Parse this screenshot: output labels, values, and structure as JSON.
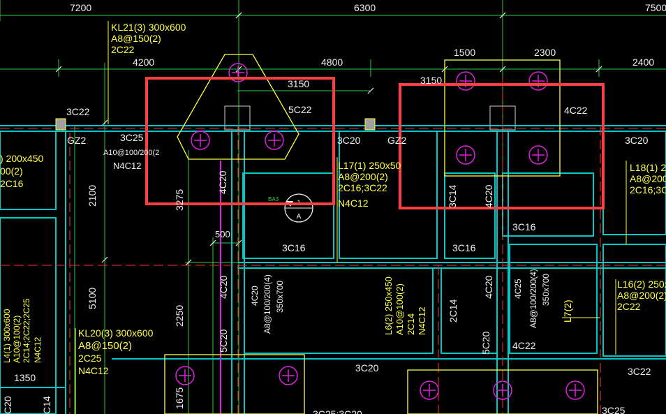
{
  "colors": {
    "background": "#000000",
    "dim": "#ffffff",
    "dim_line": "#2ecc40",
    "beam": "#00c8c8",
    "axis": "#ff3030",
    "pile_cap": "#ffff40",
    "pile": "#e020e0",
    "text_yellow": "#ffff40",
    "text_white": "#f0f0f0",
    "highlight": "#ff4040",
    "rebar_vertical": "#e020e0"
  },
  "top_dims": [
    "7200",
    "6300",
    "7500"
  ],
  "second_dims": [
    "4200",
    "4800",
    "1500",
    "2300",
    "2400"
  ],
  "cap_dims": [
    "3150",
    "3150"
  ],
  "left_dims": [
    "2100",
    "5100",
    "2250",
    "1675",
    "1350",
    "500",
    "3275"
  ],
  "labels": {
    "kl21_line1": "KL21(3) 300x600",
    "kl21_line2": "A8@150(2)",
    "kl21_line3": "2C22",
    "kl20_line1": "KL20(3) 300x600",
    "kl20_line2": "A8@150(2)",
    "kl20_line3": "2C25",
    "kl20_line4": "N4C12",
    "l17_line1": "L17(1) 250x50",
    "l17_line2": "A8@200(2)",
    "l17_line3": "2C16;3C22",
    "l17_line4": "N4C12",
    "l18_line1": "L18(1) 25",
    "l18_line2": "A8@200(",
    "l18_line3": "2C16;3C",
    "l16_line1": "L16(2) 250x",
    "l16_line2": "A8@200(2)",
    "l16_line3": "2C22",
    "l6_line1": "L6(2) 250x450",
    "l6_line2": "A10@100(2)",
    "l6_line3": "2C14",
    "l6_line4": "N4C12",
    "left_beam_1": ") 200x450",
    "left_beam_2": "00(2)",
    "left_beam_3": "2C16",
    "left_vert_1": "L4(1) 300x600",
    "left_vert_2": "A10@100(2)",
    "left_vert_3": "2C14;2C22;2C25",
    "left_vert_4": "N4C12",
    "gz2_a": "GZ2",
    "gz2_b": "GZ2",
    "a10": "A10@100/200(2",
    "n4c12": "N4C12",
    "c3c25": "3C25",
    "c3c22_top": "3C22",
    "c3c20_mid": "3C20",
    "c5c22": "5C22",
    "c4c22": "4C22",
    "c3c20_right": "3C20",
    "c4c20_v": "4C20",
    "c3c14": "3C14",
    "c4c20_v2": "4C20",
    "c3c16_r": "3C16",
    "c3c16_mid": "3C16",
    "c3c16_mid2": "3C16",
    "c4c20_low": "4C20",
    "c4c20_beam": "4C20",
    "c4c20_beam2": "A8@100/200(4)",
    "c4c20_beam3": "350x700",
    "c2c14": "2C14",
    "c4c20_r": "4C20",
    "c5c20_r": "5C20",
    "c4c25": "4C25",
    "c4c25_2": "A8@100/200(4)",
    "c4c25_3": "350x700",
    "l7": "L7(2)",
    "c4c22_low": "4C22",
    "c3c20_bot": "3C20",
    "c3c22_bot": "3C22",
    "c5c20_bot": "5C20",
    "c3c25_bot": "3C25",
    "c3c25_bot2": "3C25;3C20",
    "c20_left": "C20",
    "c3c14_left": "C14",
    "section_top": "1",
    "section_bot": "A",
    "small_green": "BA3"
  }
}
